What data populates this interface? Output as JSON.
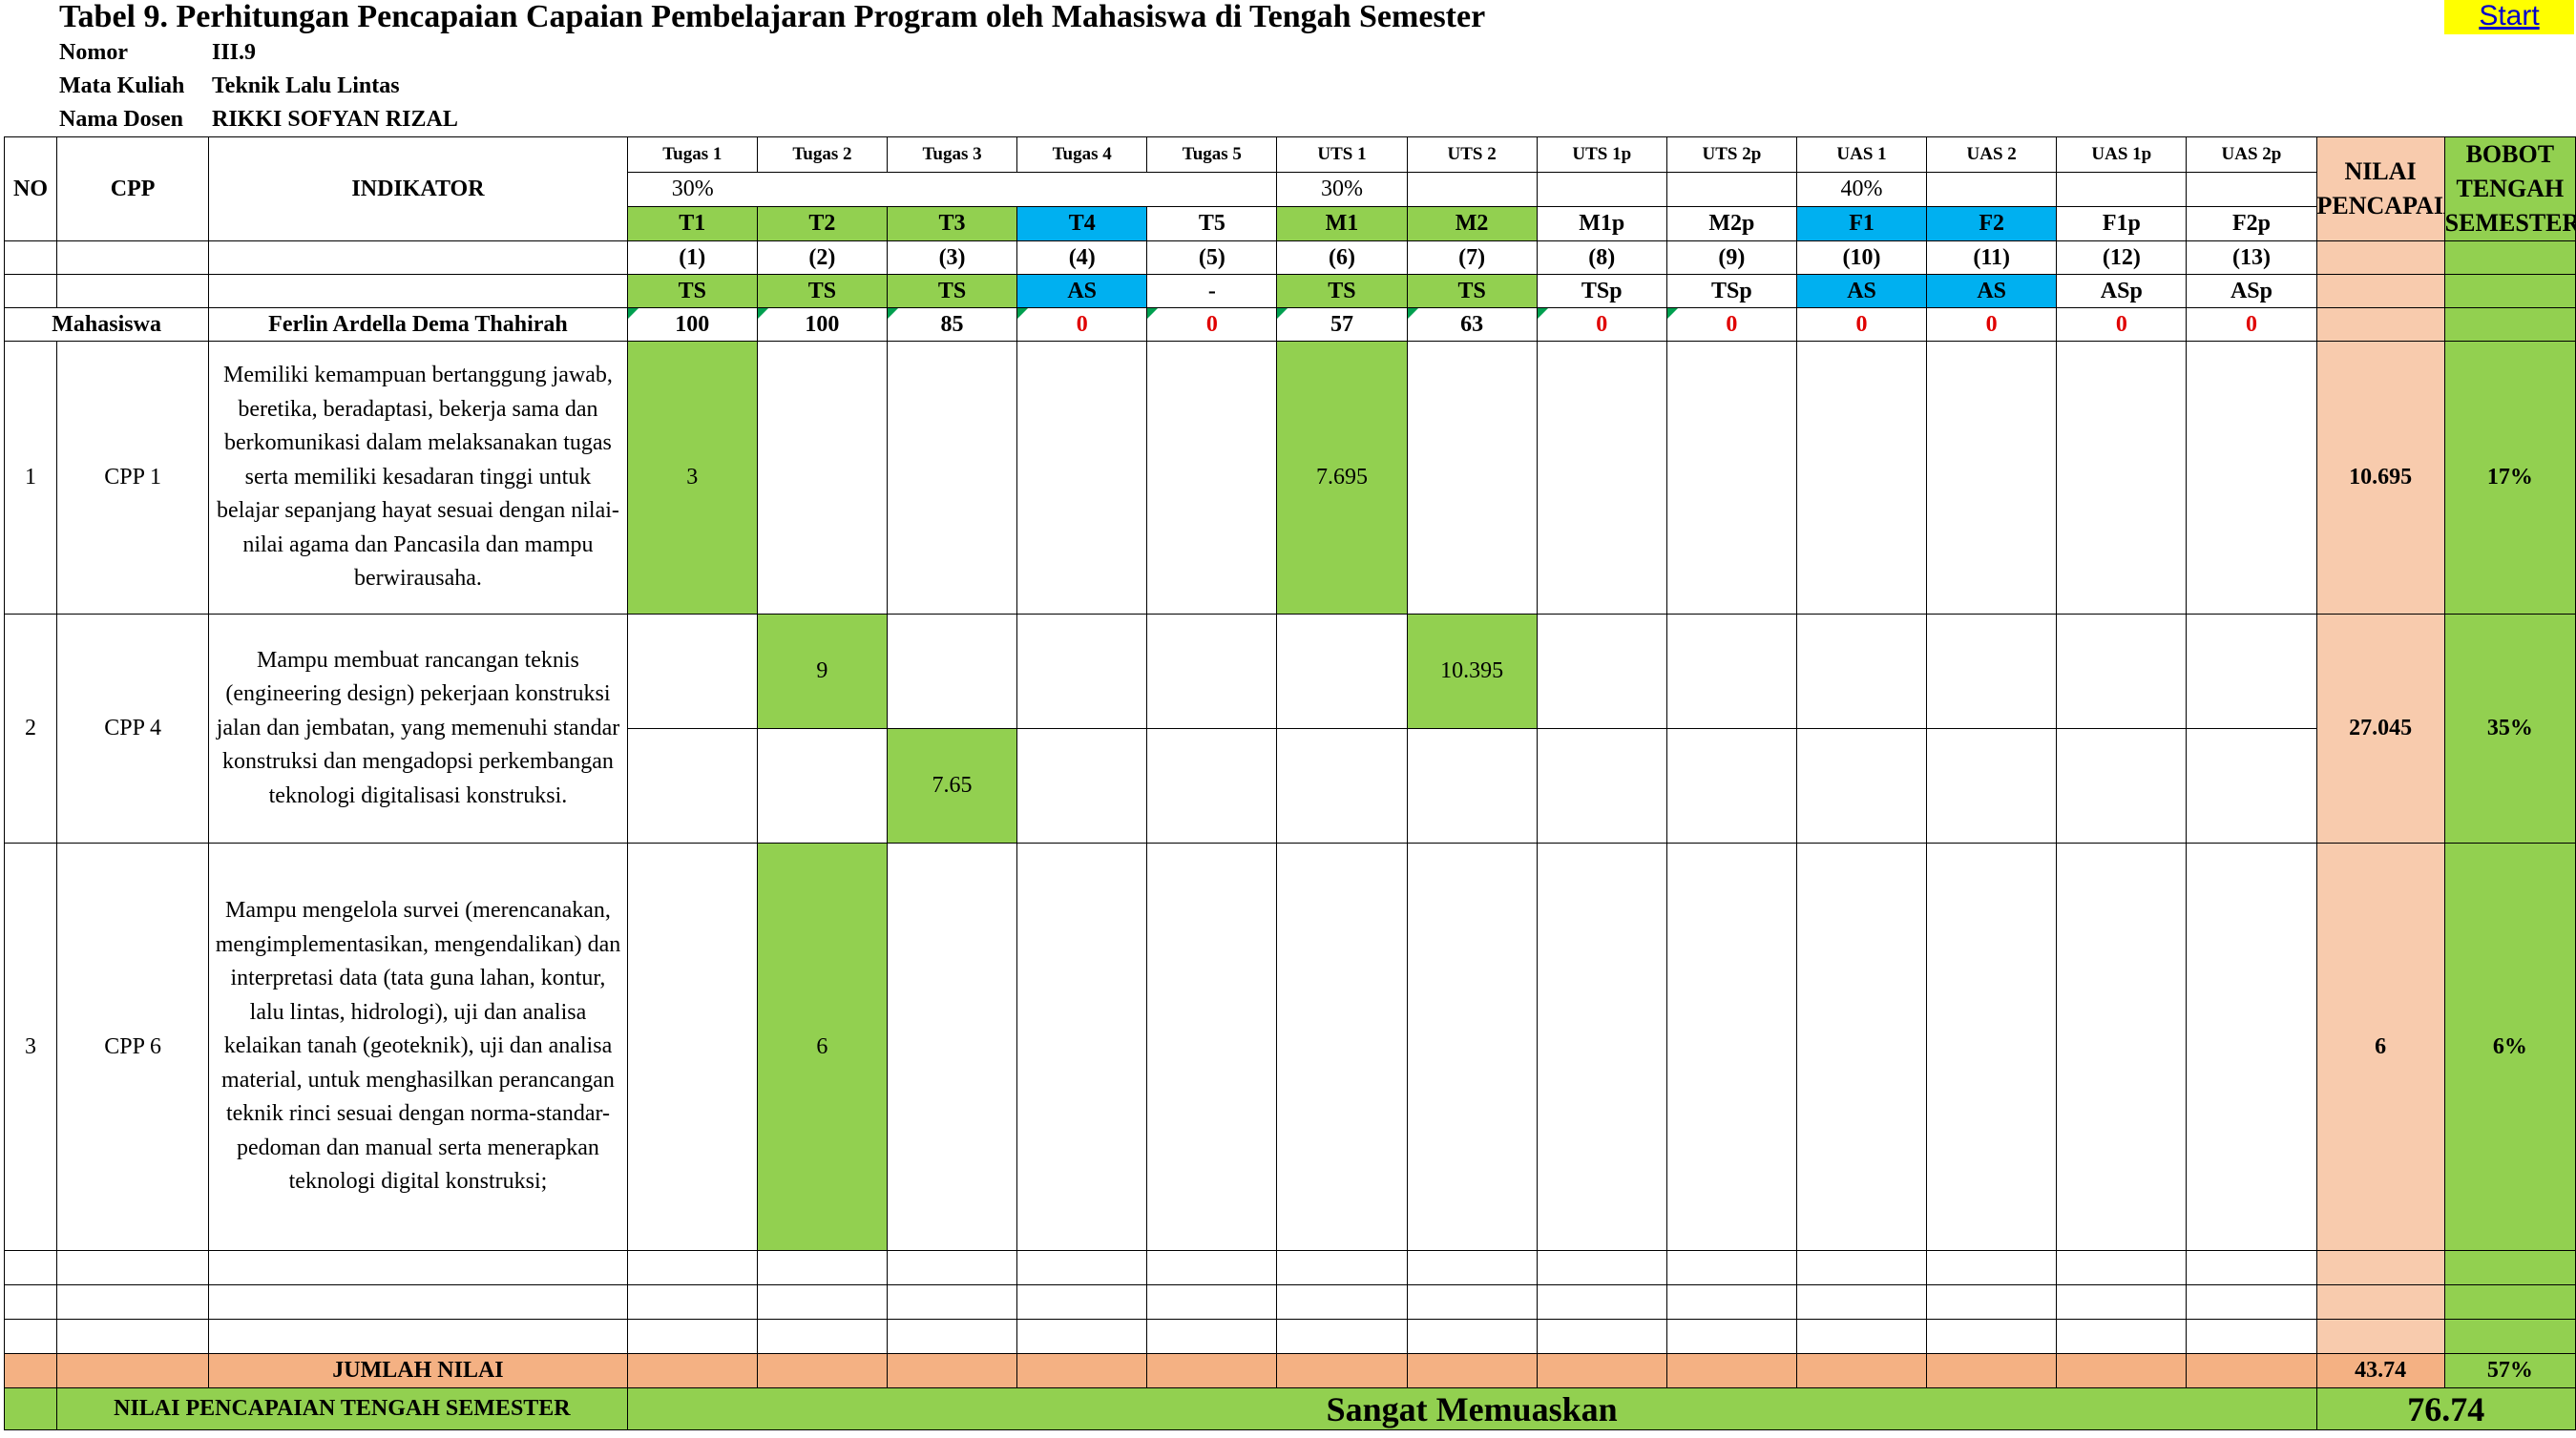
{
  "title": "Tabel 9. Perhitungan Pencapaian Capaian Pembelajaran Program oleh Mahasiswa di Tengah Semester",
  "start_label": "Start",
  "info": [
    {
      "label": "Nomor",
      "value": "III.9"
    },
    {
      "label": "Mata Kuliah",
      "value": "Teknik Lalu Lintas"
    },
    {
      "label": "Nama Dosen",
      "value": "RIKKI SOFYAN RIZAL"
    }
  ],
  "header": {
    "no": "NO",
    "cpp": "CPP",
    "indikator": "INDIKATOR",
    "nilai": "NILAI PENCAPAIAN",
    "bobot": "BOBOT TENGAH SEMESTER",
    "tasks": [
      "Tugas 1",
      "Tugas 2",
      "Tugas 3",
      "Tugas 4",
      "Tugas 5",
      "UTS 1",
      "UTS 2",
      "UTS 1p",
      "UTS 2p",
      "UAS 1",
      "UAS 2",
      "UAS 1p",
      "UAS 2p"
    ],
    "weights": {
      "tugas": "30%",
      "uts": "30%",
      "uas": "40%"
    },
    "codes": [
      "T1",
      "T2",
      "T3",
      "T4",
      "T5",
      "M1",
      "M2",
      "M1p",
      "M2p",
      "F1",
      "F2",
      "F1p",
      "F2p"
    ],
    "nums": [
      "(1)",
      "(2)",
      "(3)",
      "(4)",
      "(5)",
      "(6)",
      "(7)",
      "(8)",
      "(9)",
      "(10)",
      "(11)",
      "(12)",
      "(13)"
    ],
    "types": [
      "TS",
      "TS",
      "TS",
      "AS",
      "-",
      "TS",
      "TS",
      "TSp",
      "TSp",
      "AS",
      "AS",
      "ASp",
      "ASp"
    ]
  },
  "student": {
    "label": "Mahasiswa",
    "name": "Ferlin Ardella Dema Thahirah",
    "scores": [
      "100",
      "100",
      "85",
      "0",
      "0",
      "57",
      "63",
      "0",
      "0",
      "0",
      "0",
      "0",
      "0"
    ]
  },
  "rows": [
    {
      "no": "1",
      "cpp": "CPP 1",
      "indikator": "Memiliki kemampuan bertanggung jawab, beretika, beradaptasi, bekerja sama dan berkomunikasi dalam melaksanakan tugas serta memiliki kesadaran tinggi untuk belajar sepanjang hayat sesuai dengan nilai-nilai agama dan Pancasila dan mampu berwirausaha.",
      "t1": "3",
      "m1": "7.695",
      "nilai": "10.695",
      "bobot": "17%"
    },
    {
      "no": "2",
      "cpp": "CPP 4",
      "indikator": "Mampu membuat rancangan teknis (engineering design) pekerjaan konstruksi jalan dan jembatan, yang memenuhi standar konstruksi dan mengadopsi perkembangan teknologi digitalisasi konstruksi.",
      "t2": "9",
      "m2": "10.395",
      "t3": "7.65",
      "nilai": "27.045",
      "bobot": "35%"
    },
    {
      "no": "3",
      "cpp": "CPP 6",
      "indikator": "Mampu mengelola survei (merencanakan, mengimplementasikan, mengendalikan) dan interpretasi data (tata guna lahan, kontur, lalu lintas, hidrologi), uji dan analisa kelaikan tanah (geoteknik), uji dan analisa material, untuk menghasilkan perancangan teknik rinci sesuai dengan norma-standar-pedoman dan manual serta menerapkan teknologi digital konstruksi;",
      "t2": "6",
      "nilai": "6",
      "bobot": "6%"
    }
  ],
  "jumlah": {
    "label": "JUMLAH NILAI",
    "nilai": "43.74",
    "bobot": "57%"
  },
  "footer": {
    "label": "NILAI PENCAPAIAN TENGAH SEMESTER",
    "predikat": "Sangat Memuaskan",
    "nilai": "76.74"
  },
  "colors": {
    "green": "#92d050",
    "blue": "#00b0f0",
    "peach": "#f8cbad",
    "orange": "#f4b183",
    "yellow": "#ffff00",
    "red": "#e00000"
  }
}
